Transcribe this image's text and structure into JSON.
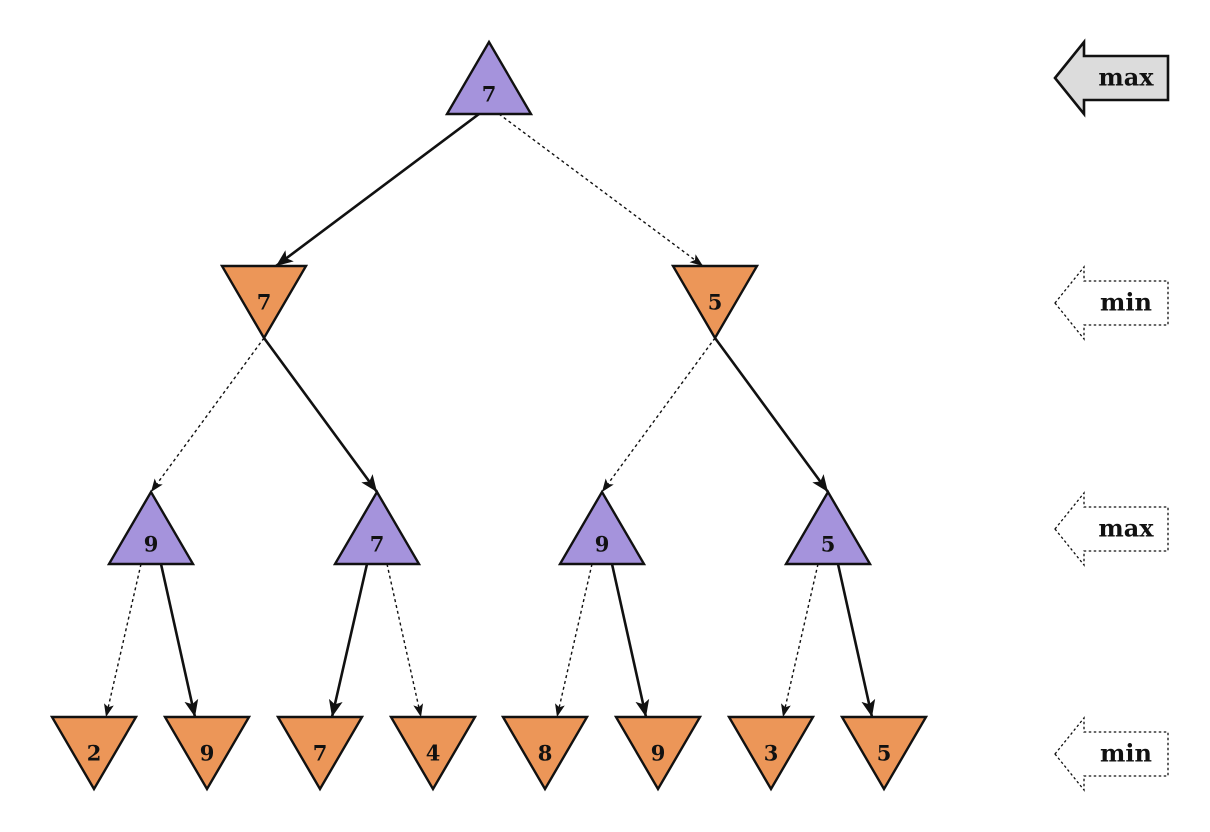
{
  "colors": {
    "max_node": "#a593dc",
    "min_node": "#ec9658",
    "stroke": "#111111",
    "active_arrow_fill": "#dcdcdc",
    "inactive_arrow_fill": "#ffffff"
  },
  "tree": {
    "root": {
      "type": "max",
      "value": "7",
      "children": [
        {
          "type": "min",
          "value": "7",
          "edge": "dotted",
          "children": []
        }
      ]
    }
  },
  "nodes": [
    {
      "id": "n0",
      "type": "max",
      "value": "7",
      "parent": null
    },
    {
      "id": "n1",
      "type": "min",
      "value": "7",
      "parent": "n0",
      "edge": "solid"
    },
    {
      "id": "n2",
      "type": "min",
      "value": "5",
      "parent": "n0",
      "edge": "dotted"
    },
    {
      "id": "n3",
      "type": "max",
      "value": "9",
      "parent": "n1",
      "edge": "dotted"
    },
    {
      "id": "n4",
      "type": "max",
      "value": "7",
      "parent": "n1",
      "edge": "solid"
    },
    {
      "id": "n5",
      "type": "max",
      "value": "9",
      "parent": "n2",
      "edge": "dotted"
    },
    {
      "id": "n6",
      "type": "max",
      "value": "5",
      "parent": "n2",
      "edge": "solid"
    },
    {
      "id": "n7",
      "type": "min",
      "value": "2",
      "parent": "n3",
      "edge": "dotted"
    },
    {
      "id": "n8",
      "type": "min",
      "value": "9",
      "parent": "n3",
      "edge": "solid"
    },
    {
      "id": "n9",
      "type": "min",
      "value": "7",
      "parent": "n4",
      "edge": "solid"
    },
    {
      "id": "n10",
      "type": "min",
      "value": "4",
      "parent": "n4",
      "edge": "dotted"
    },
    {
      "id": "n11",
      "type": "min",
      "value": "8",
      "parent": "n5",
      "edge": "dotted"
    },
    {
      "id": "n12",
      "type": "min",
      "value": "9",
      "parent": "n5",
      "edge": "solid"
    },
    {
      "id": "n13",
      "type": "min",
      "value": "3",
      "parent": "n6",
      "edge": "dotted"
    },
    {
      "id": "n14",
      "type": "min",
      "value": "5",
      "parent": "n6",
      "edge": "solid"
    }
  ],
  "levels": [
    {
      "label": "max",
      "active": true
    },
    {
      "label": "min",
      "active": false
    },
    {
      "label": "max",
      "active": false
    },
    {
      "label": "min",
      "active": false
    }
  ]
}
